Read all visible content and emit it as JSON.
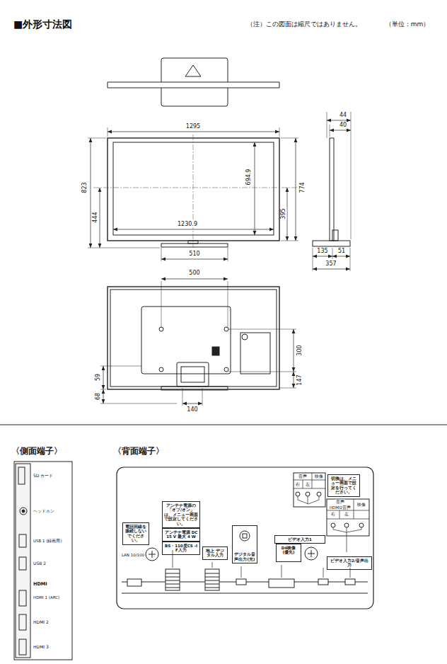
{
  "diagram": {
    "title": "■外形寸法図",
    "nodes": [
      {
        "text": [
          "〈側面端子〉"
        ]
      },
      {
        "text": [
          "〈背面端子〉"
        ]
      },
      {
        "text": [
          "電話回線を接続しないでください。"
        ],
        "in": 1
      },
      {
        "text": [
          "アンテナ電源の「オフ/オン」は、メニュー画面で設定してください。"
        ],
        "in": 1
      },
      {
        "text": [
          "アンテナ電源 DC 15 V 最大 4 W"
        ],
        "in": 1
      },
      {
        "text": [
          "BS・110度CS -IF入力"
        ],
        "in": 1
      },
      {
        "text": [
          "地上 デジタル入力"
        ],
        "in": 1
      },
      {
        "text": [
          "デジタル音声出力(光)"
        ],
        "in": 1
      },
      {
        "text": [
          "ビデオ入力1"
        ],
        "in": 1
      },
      {
        "text": [
          "D4映像 (優先)"
        ],
        "in": 1
      },
      {
        "text": [
          "切換は、メニュー画面で設定を行ってください。"
        ],
        "in": 1
      },
      {
        "text": [
          "ビデオ入力2/音声出力"
        ],
        "in": 1
      }
    ],
    "labels": [
      "（注）この図面は縮尺ではありません。",
      "（単位：mm）",
      "44",
      "40",
      "1295",
      "823",
      "694.9",
      "774",
      "444",
      "395",
      "1230.9",
      "510",
      "135",
      "51",
      "357",
      "500",
      "300",
      "147",
      "59",
      "68",
      "140",
      "SD カード",
      "ヘッドホン",
      "USB 1 (録画用)",
      "USB 2",
      "HDMI",
      "HDMI 1 (ARC)",
      "HDMI 2",
      "HDMI 3",
      "LAN 10/100",
      "音声",
      "映像",
      "右",
      "左",
      "音声",
      "HDMI2音声",
      "映像",
      "右",
      "左"
    ]
  }
}
